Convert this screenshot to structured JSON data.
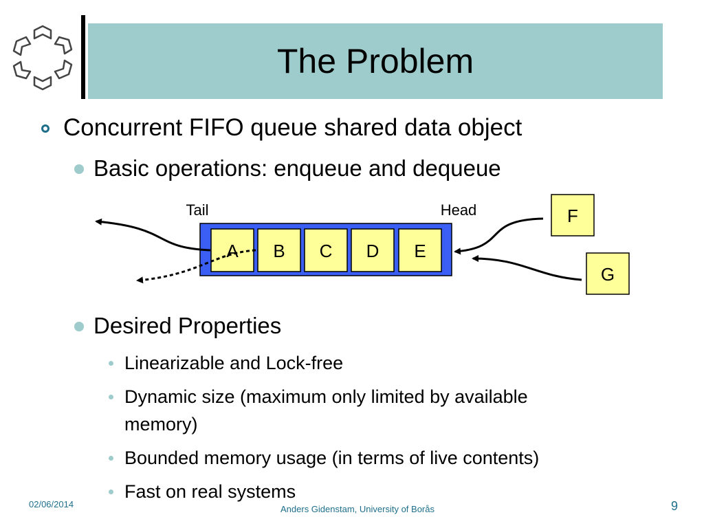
{
  "title": "The Problem",
  "bullets": {
    "l1": "Concurrent FIFO queue shared data object",
    "basic_ops": "Basic operations: enqueue and dequeue",
    "desired": "Desired Properties",
    "props": [
      "Linearizable and Lock-free",
      "Dynamic size (maximum only limited by available",
      "memory)",
      "Bounded memory usage (in terms of live contents)",
      "Fast on real systems"
    ]
  },
  "diagram": {
    "tail_label": "Tail",
    "head_label": "Head",
    "cells": [
      "A",
      "B",
      "C",
      "D",
      "E"
    ],
    "incoming": [
      "F",
      "G"
    ],
    "colors": {
      "queue_fill": "#3b5ef5",
      "cell_fill": "#ffff99",
      "title_band": "#9ecbcb",
      "accent": "#1f6f8b"
    }
  },
  "footer": {
    "date": "02/06/2014",
    "author": "Anders Gidenstam, University of Borås",
    "page": "9"
  }
}
